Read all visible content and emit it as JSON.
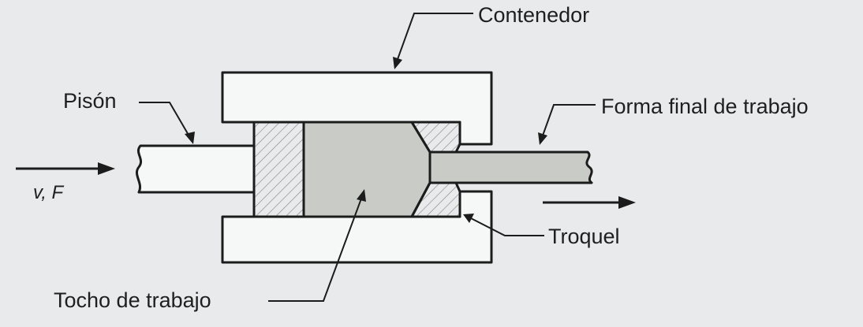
{
  "labels": {
    "contenedor": "Contenedor",
    "pison": "Pisón",
    "forma_final": "Forma final de trabajo",
    "velocity_force": "v, F",
    "troquel": "Troquel",
    "tocho": "Tocho de trabajo"
  },
  "colors": {
    "background": "#e9eaeb",
    "line": "#1c1c1c",
    "billet_fill": "#c9cbc6",
    "white_fill": "#f6f7f7",
    "hatch": "#8f9090"
  }
}
